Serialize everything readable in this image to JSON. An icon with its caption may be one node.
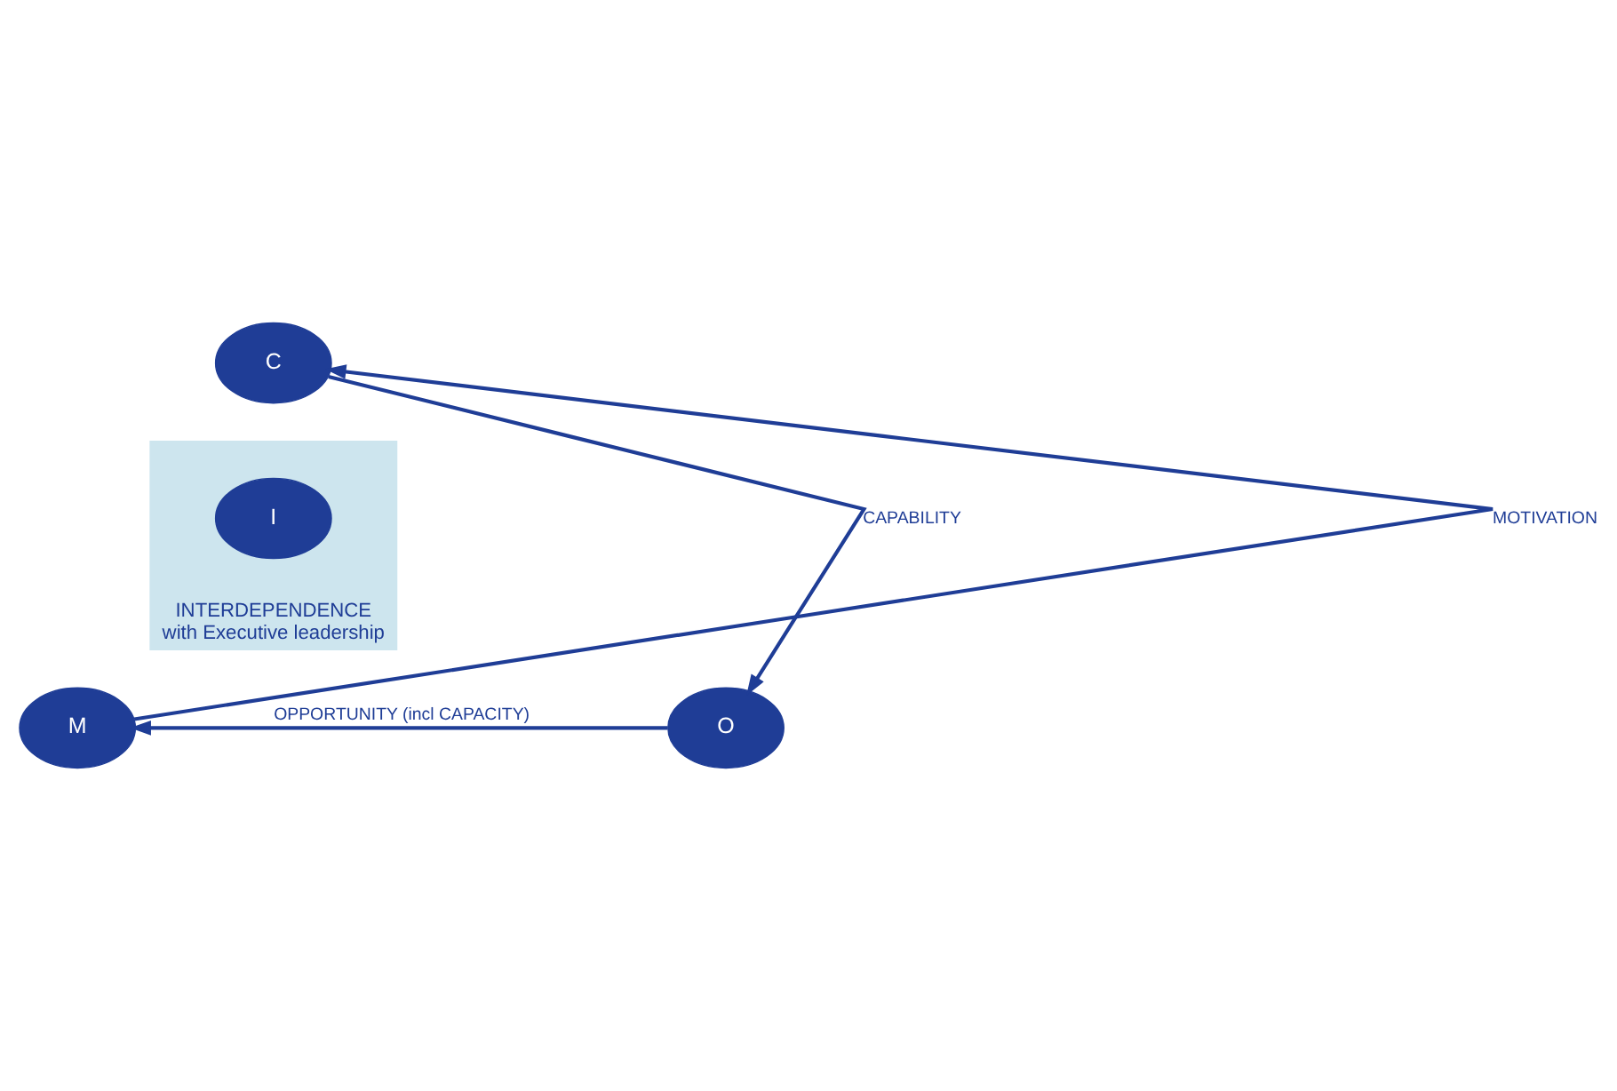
{
  "diagram": {
    "nodes": [
      {
        "text": [
          "C"
        ]
      },
      {
        "text": [
          "INTERDEPENDENCE",
          "with Executive leadership"
        ]
      },
      {
        "text": [
          "I"
        ],
        "in": 1
      },
      {
        "text": [
          "M"
        ]
      },
      {
        "text": [
          "O"
        ]
      }
    ],
    "edges": [
      {
        "from": 3,
        "to": 0,
        "arrow": "to",
        "label": "MOTIVATION"
      },
      {
        "from": 0,
        "to": 4,
        "arrow": "to",
        "label": "CAPABILITY"
      },
      {
        "from": 4,
        "to": 3,
        "arrow": "to",
        "label": "OPPORTUNITY (incl CAPACITY)"
      }
    ]
  }
}
